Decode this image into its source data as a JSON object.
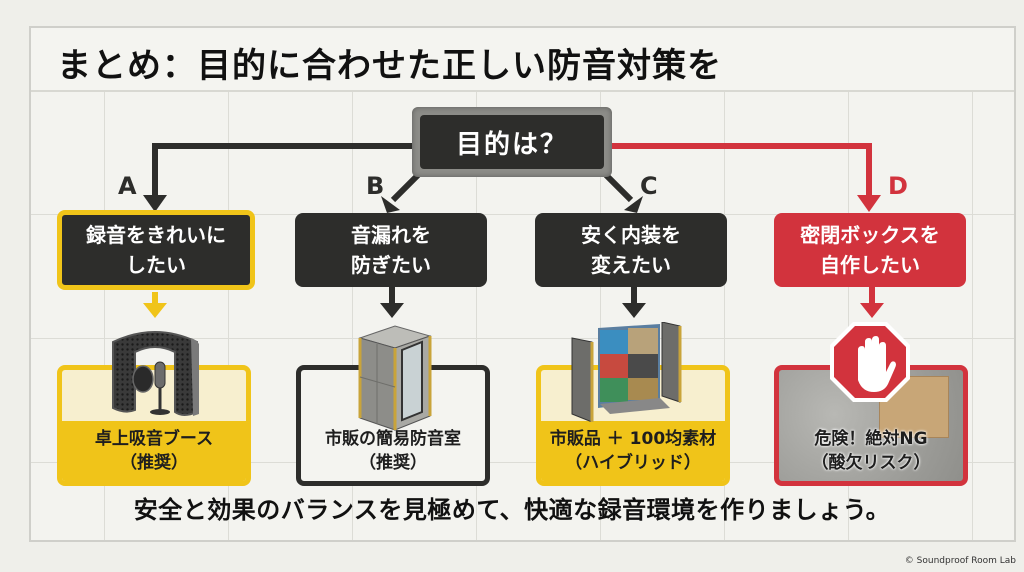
{
  "title": "まとめ：目的に合わせた正しい防音対策を",
  "root": {
    "label": "目的は？"
  },
  "colors": {
    "background": "#efefea",
    "dark": "#2d2d2b",
    "accent_yellow": "#f0c419",
    "warning_red": "#d2333d"
  },
  "branches": [
    {
      "letter": "A",
      "question_line1": "録音をきれいに",
      "question_line2": "したい",
      "result_line1": "卓上吸音ブース",
      "result_line2": "（推奨）",
      "style": "yellow",
      "illustration": "desktop-vocal-booth-icon"
    },
    {
      "letter": "B",
      "question_line1": "音漏れを",
      "question_line2": "防ぎたい",
      "result_line1": "市販の簡易防音室",
      "result_line2": "（推奨）",
      "style": "dark",
      "illustration": "soundproof-booth-icon"
    },
    {
      "letter": "C",
      "question_line1": "安く内装を",
      "question_line2": "変えたい",
      "result_line1": "市販品 ＋ 100均素材",
      "result_line2": "（ハイブリッド）",
      "style": "yellow",
      "illustration": "hybrid-panels-icon"
    },
    {
      "letter": "D",
      "question_line1": "密閉ボックスを",
      "question_line2": "自作したい",
      "result_line1": "危険！絶対NG",
      "result_line2": "（酸欠リスク）",
      "style": "red",
      "illustration": "stop-hand-icon"
    }
  ],
  "summary": "安全と効果のバランスを見極めて、快適な録音環境を作りましょう。",
  "credit": "© Soundproof Room Lab"
}
